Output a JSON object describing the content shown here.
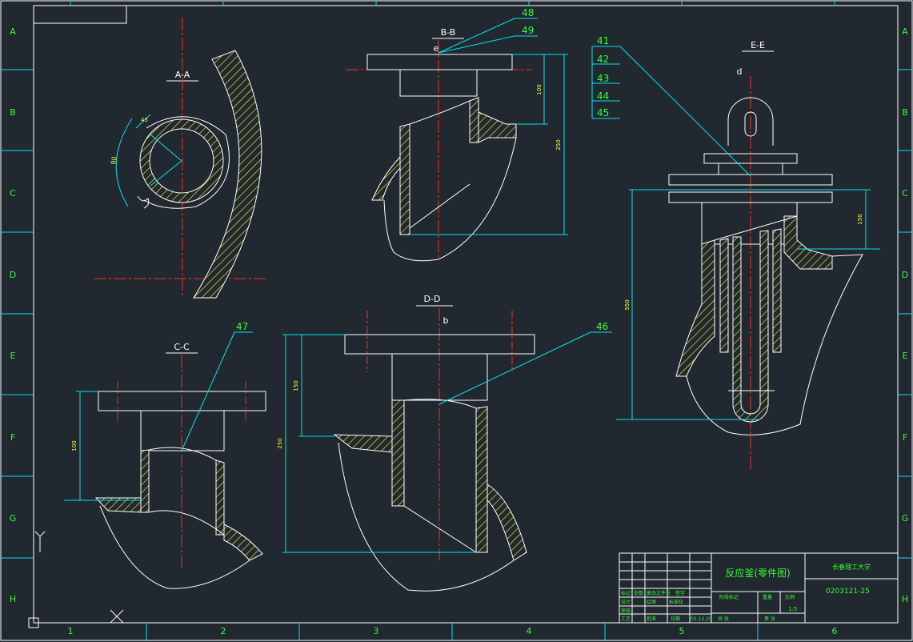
{
  "border": {
    "columns": [
      "1",
      "2",
      "3",
      "4",
      "5",
      "6"
    ],
    "rows": [
      "A",
      "B",
      "C",
      "D",
      "E",
      "F",
      "G",
      "H"
    ]
  },
  "views": {
    "aa": {
      "label": "A-A",
      "dim_angle": "90",
      "dim_small": "45"
    },
    "bb": {
      "label": "B-B",
      "letter": "e",
      "dim_100": "100",
      "dim_250": "250"
    },
    "cc": {
      "label": "C-C",
      "dim_100": "100"
    },
    "dd": {
      "label": "D-D",
      "letter": "b",
      "dim_150": "150",
      "dim_250": "250"
    },
    "ee": {
      "label": "E-E",
      "letter": "d",
      "dim_150": "150",
      "dim_550": "550"
    }
  },
  "balloons": {
    "b41": "41",
    "b42": "42",
    "b43": "43",
    "b44": "44",
    "b45": "45",
    "b46": "46",
    "b47": "47",
    "b48": "48",
    "b49": "49"
  },
  "title_block": {
    "part_name": "反应釜(零件图)",
    "school": "长春理工大学",
    "drawing_no": "0203121-25",
    "scale": "1:5",
    "date": "05.12.25",
    "labels": {
      "tag": "标记",
      "count": "处数",
      "change_doc": "更改文件号",
      "sign": "签字",
      "design": "设计",
      "drawn": "绘图",
      "standard": "标准化",
      "check": "审核",
      "process": "工艺",
      "approve": "批准",
      "date_label": "日期",
      "stage_mark": "阶段标记",
      "weight": "重量",
      "ratio": "比例",
      "sheets": "共  张",
      "sheet": "第  张"
    }
  },
  "colors": {
    "background": "#212830",
    "outline": "#ffffff",
    "centerline": "#ff2a2a",
    "dimension": "#00e5ee",
    "hatch": "#ffff33",
    "label": "#33ff33"
  }
}
